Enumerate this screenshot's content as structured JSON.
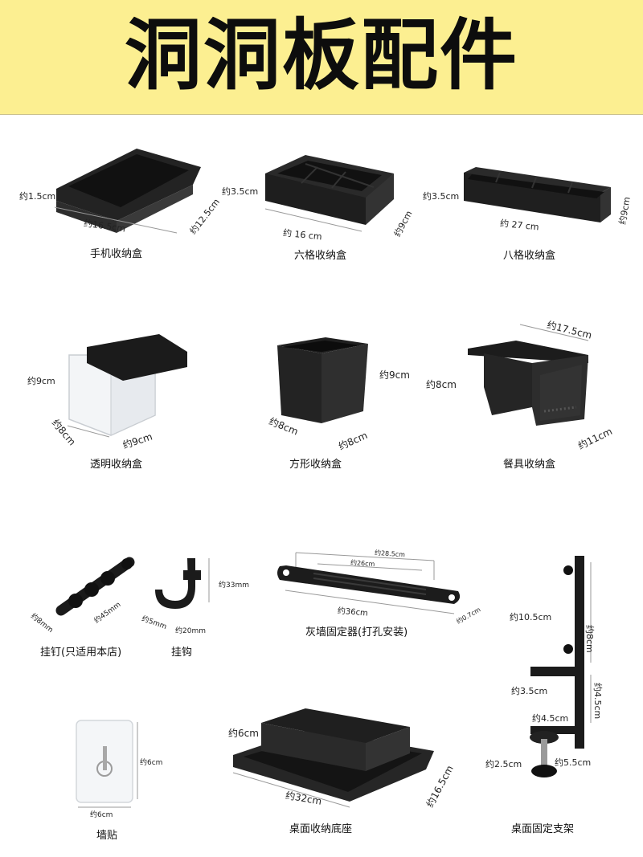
{
  "banner": {
    "title": "洞洞板配件"
  },
  "products": [
    {
      "name": "手机收纳盒",
      "dims": [
        "约1.5cm",
        "约16.5cm",
        "约12.5cm"
      ]
    },
    {
      "name": "六格收纳盒",
      "dims": [
        "约3.5cm",
        "约 16 cm",
        "约9cm"
      ]
    },
    {
      "name": "八格收纳盒",
      "dims": [
        "约3.5cm",
        "约 27 cm",
        "约9cm"
      ]
    },
    {
      "name": "透明收纳盒",
      "dims": [
        "约9cm",
        "约8cm",
        "约9cm"
      ]
    },
    {
      "name": "方形收纳盒",
      "dims": [
        "约9cm",
        "约8cm",
        "约8cm"
      ]
    },
    {
      "name": "餐具收纳盒",
      "dims": [
        "约17.5cm",
        "约8cm",
        "约11cm"
      ]
    },
    {
      "name": "挂钉(只适用本店)",
      "dims": [
        "约8mm",
        "约45mm"
      ]
    },
    {
      "name": "挂钩",
      "dims": [
        "约33mm",
        "约5mm",
        "约20mm"
      ]
    },
    {
      "name": "灰墙固定器(打孔安装)",
      "dims": [
        "约28.5cm",
        "约26cm",
        "约36cm",
        "约0.7cm"
      ]
    },
    {
      "name": "桌面固定支架",
      "dims": [
        "约10.5cm",
        "约8cm",
        "约3.5cm",
        "约4.5cm",
        "约4.5cm",
        "约2.5cm",
        "约5.5cm"
      ]
    },
    {
      "name": "墙贴",
      "dims": [
        "约6cm",
        "约6cm"
      ]
    },
    {
      "name": "桌面收纳底座",
      "dims": [
        "约6cm",
        "约32cm",
        "约16.5cm"
      ]
    }
  ],
  "icons": [
    "phone-box-image",
    "six-grid-box-image",
    "eight-grid-box-image",
    "clear-box-image",
    "square-box-image",
    "cutlery-box-image",
    "peg-image",
    "hook-image",
    "wall-mount-image",
    "desk-clamp-image",
    "wall-sticker-image",
    "desk-base-image"
  ],
  "colors": {
    "banner": "#fcef91",
    "product": "#1c1c1c"
  }
}
